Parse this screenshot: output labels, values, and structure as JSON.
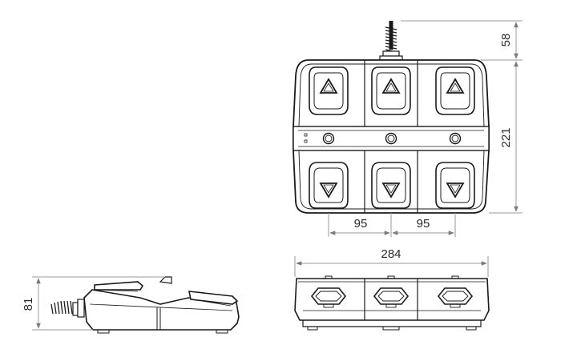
{
  "dimensions": {
    "cable_length": "58",
    "height_top_view": "221",
    "spacing_left": "95",
    "spacing_right": "95",
    "total_width": "284",
    "side_height": "81"
  },
  "colors": {
    "body": "#ffffff",
    "outline": "#1a1a1a",
    "dimension": "#9a9a9a"
  },
  "icons": {
    "up_pedal": "triangle-up-icon",
    "down_pedal": "triangle-down-icon",
    "indicator": "circle-led-icon"
  }
}
